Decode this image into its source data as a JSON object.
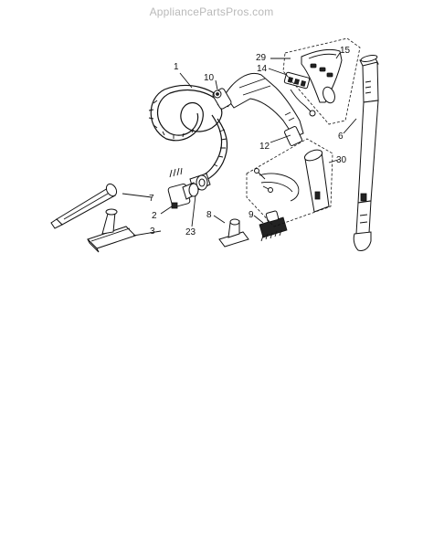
{
  "watermark": "AppliancePartsPros.com",
  "labels": {
    "l1": "1",
    "l2": "2",
    "l3": "3",
    "l6": "6",
    "l7": "7",
    "l8": "8",
    "l9": "9",
    "l10": "10",
    "l12": "12",
    "l14": "14",
    "l15": "15",
    "l23": "23",
    "l29": "29",
    "l30": "30"
  }
}
